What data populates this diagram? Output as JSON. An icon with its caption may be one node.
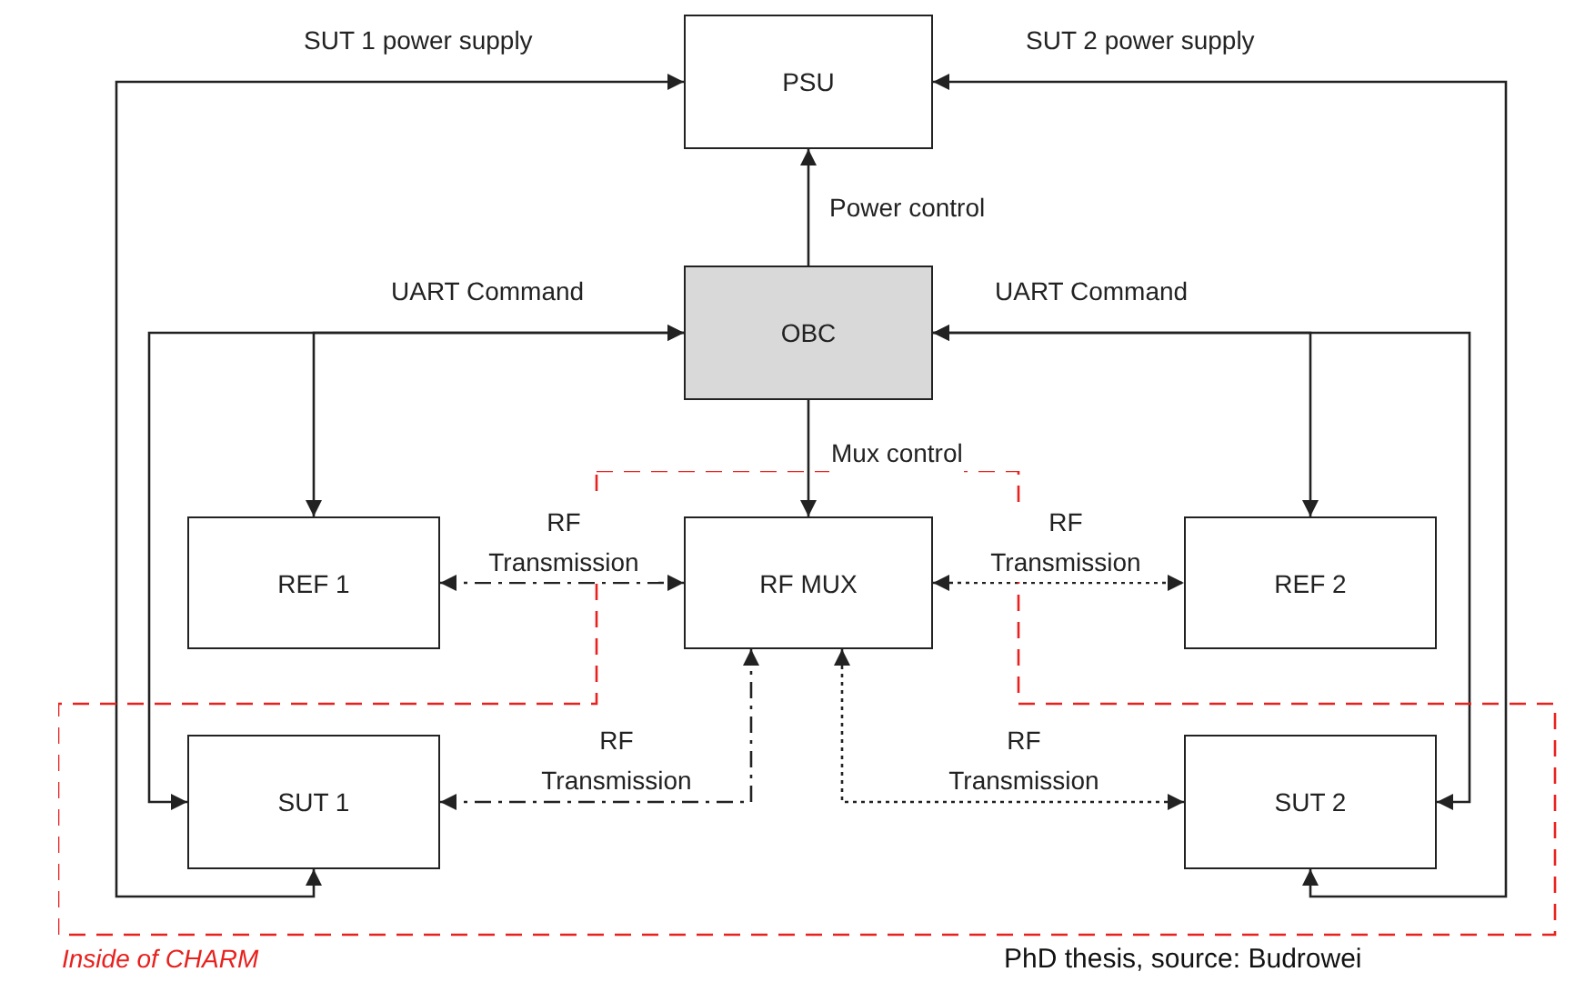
{
  "diagram": {
    "nodes": [
      {
        "text": [
          "PSU"
        ]
      },
      {
        "text": [
          "OBC"
        ]
      },
      {
        "text": [
          "REF 1"
        ]
      },
      {
        "text": [
          "Inside of CHARM"
        ]
      },
      {
        "text": [
          "RF MUX"
        ],
        "in": 3
      },
      {
        "text": [
          "REF 2"
        ]
      },
      {
        "text": [
          "SUT 1"
        ],
        "in": 3
      },
      {
        "text": [
          "SUT 2"
        ],
        "in": 3
      }
    ],
    "edges": [
      {
        "from": 1,
        "to": 0,
        "arrow": "to",
        "label": "Power control"
      },
      {
        "from": 1,
        "to": 4,
        "arrow": "to",
        "label": "Mux control"
      },
      {
        "from": 6,
        "to": 0,
        "arrow": "both",
        "label": "SUT 1 power supply"
      },
      {
        "from": 7,
        "to": 0,
        "arrow": "both",
        "label": "SUT 2 power supply"
      },
      {
        "from": 1,
        "to": 2,
        "arrow": "both",
        "label": "UART Command"
      },
      {
        "from": 1,
        "to": 6,
        "arrow": "both"
      },
      {
        "from": 1,
        "to": 5,
        "arrow": "both",
        "label": "UART Command"
      },
      {
        "from": 1,
        "to": 7,
        "arrow": "both"
      },
      {
        "from": 2,
        "to": 4,
        "arrow": "both",
        "label": "RF Transmission",
        "style": "dashed"
      },
      {
        "from": 4,
        "to": 5,
        "arrow": "both",
        "label": "RF Transmission",
        "style": "dashed"
      },
      {
        "from": 6,
        "to": 4,
        "arrow": "both",
        "label": "RF Transmission",
        "style": "dashed"
      },
      {
        "from": 4,
        "to": 7,
        "arrow": "both",
        "label": "RF Transmission",
        "style": "dashed"
      }
    ],
    "labels": [
      "PhD thesis, source: Budrowei"
    ]
  }
}
